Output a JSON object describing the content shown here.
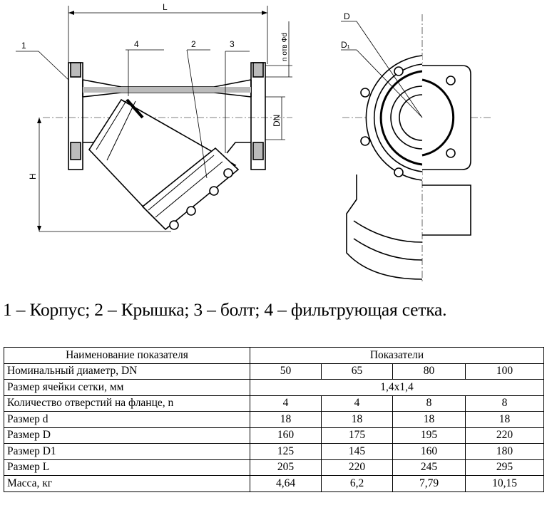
{
  "drawing": {
    "labels": {
      "dim_L": "L",
      "dim_d": "n отв Φd",
      "dim_DN": "DN",
      "dim_H": "H",
      "callout_1": "1",
      "callout_2": "2",
      "callout_3": "3",
      "callout_4": "4",
      "label_D": "D",
      "label_D1": "D₁"
    }
  },
  "caption": "1 – Корпус; 2 – Крышка; 3 – болт; 4 – фильтрующая сетка.",
  "table": {
    "header": {
      "name_col": "Наименование показателя",
      "values_col": "Показатели"
    },
    "rows": [
      {
        "name": "Номинальный диаметр, DN",
        "values": [
          "50",
          "65",
          "80",
          "100"
        ]
      },
      {
        "name": "Размер ячейки сетки, мм",
        "merged": "1,4x1,4"
      },
      {
        "name": "Количество отверстий на фланце, n",
        "values": [
          "4",
          "4",
          "8",
          "8"
        ]
      },
      {
        "name": "Размер d",
        "values": [
          "18",
          "18",
          "18",
          "18"
        ]
      },
      {
        "name": "Размер D",
        "values": [
          "160",
          "175",
          "195",
          "220"
        ]
      },
      {
        "name": "Размер D1",
        "values": [
          "125",
          "145",
          "160",
          "180"
        ]
      },
      {
        "name": "Размер L",
        "values": [
          "205",
          "220",
          "245",
          "295"
        ]
      },
      {
        "name": "Масса, кг",
        "values": [
          "4,64",
          "6,2",
          "7,79",
          "10,15"
        ]
      }
    ]
  }
}
